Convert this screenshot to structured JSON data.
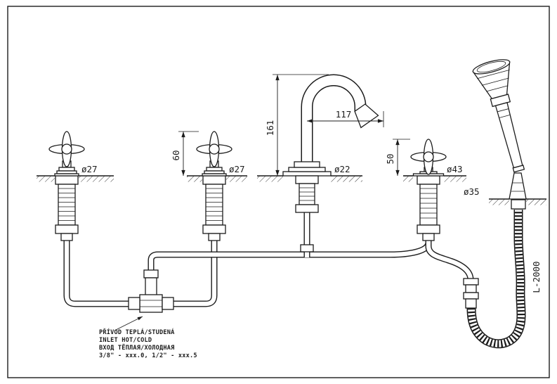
{
  "figure": {
    "background": "#ffffff",
    "line_color": "#1c1c1c"
  },
  "dimensions": {
    "spout_height": "161",
    "spout_reach": "117",
    "valve_height": "60",
    "diverter_height": "50",
    "hot_valve_diameter": "ø27",
    "cold_valve_diameter": "ø27",
    "spout_diameter": "ø22",
    "diverter_diameter": "ø43",
    "shower_socket_diameter": "ø35",
    "hose_length": "L-2000"
  },
  "notes": {
    "line1": "PŘÍVOD TEPLÁ/STUDENÁ",
    "line2": "INLET HOT/COLD",
    "line3": "ВХОД ТЁПЛАЯ/ХОЛОДНАЯ",
    "line4": "3/8\" - xxx.0, 1/2\" - xxx.5"
  }
}
